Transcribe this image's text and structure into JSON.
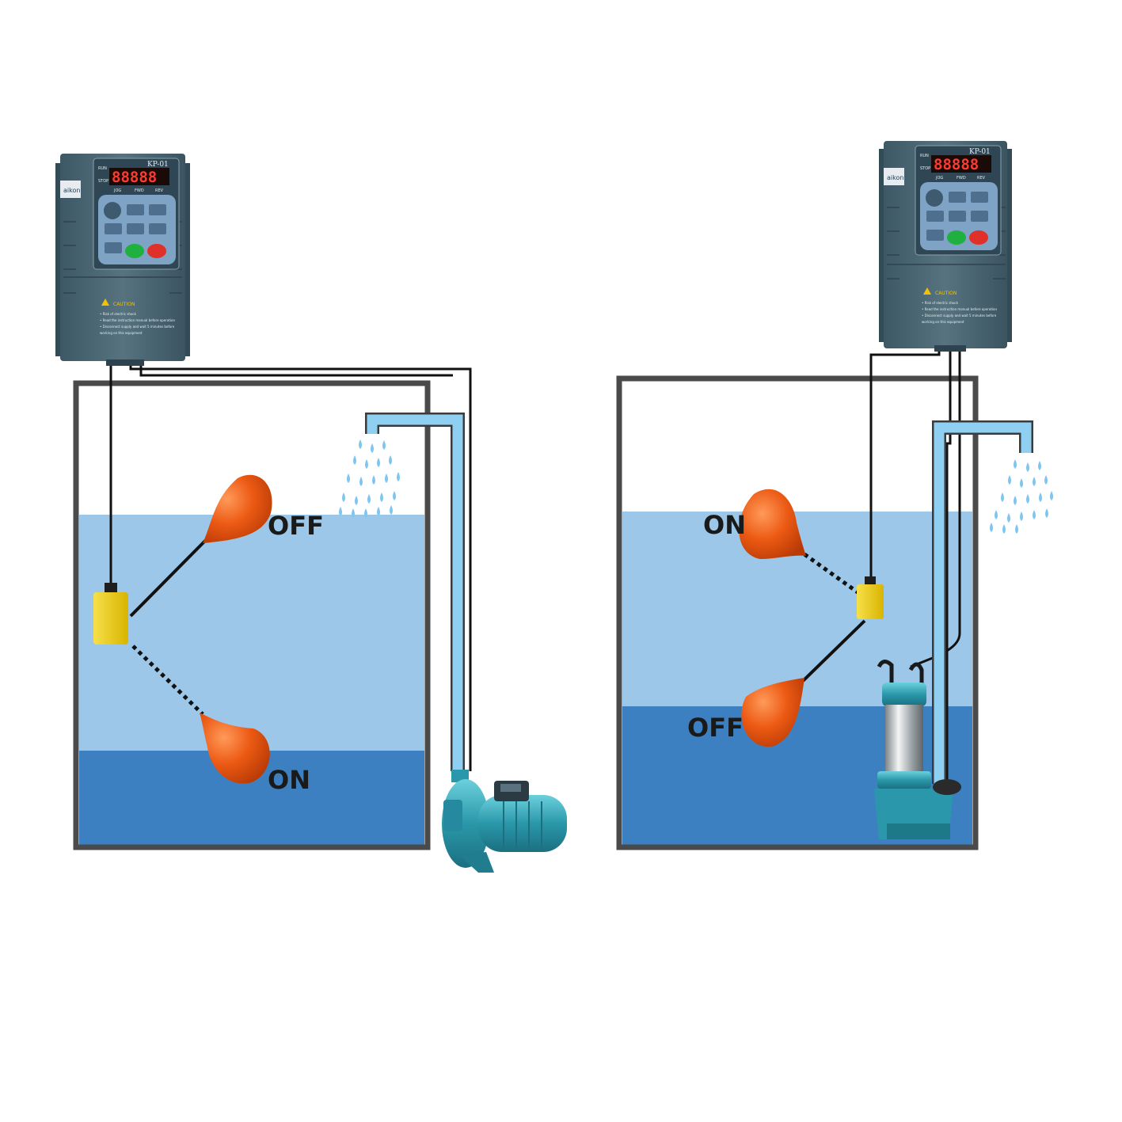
{
  "left": {
    "vfd": {
      "model": "KP-01",
      "brand": "aikon",
      "display": "88888",
      "indicators": [
        "RUN",
        "STOP"
      ],
      "key_row": [
        "JOG",
        "FWD",
        "REV"
      ],
      "caution_title": "CAUTION",
      "caution_lines": [
        "• Risk of electric shock",
        "• Read the instruction manual before operation",
        "• Disconnect supply and wait 5 minutes before",
        "  working on this equipment"
      ]
    },
    "upper_float_label": "OFF",
    "lower_float_label": "ON"
  },
  "right": {
    "vfd": {
      "model": "KP-01",
      "brand": "aikon",
      "display": "88888",
      "indicators": [
        "RUN",
        "STOP"
      ],
      "key_row": [
        "JOG",
        "FWD",
        "REV"
      ],
      "caution_title": "CAUTION",
      "caution_lines": [
        "• Risk of electric shock",
        "• Read the instruction manual before operation",
        "• Disconnect supply and wait 5 minutes before",
        "  working on this equipment"
      ]
    },
    "upper_float_label": "ON",
    "lower_float_label": "OFF"
  },
  "colors": {
    "tank_wall": "#4a4a4a",
    "water_upper": "#9cc7e8",
    "water_lower": "#3d80c2",
    "pipe": "#8fd0f2",
    "float_ball": "#e85510",
    "float_switch": "#f5d317",
    "vfd_body": "#4d6a78",
    "pump": "#3aa0b0"
  },
  "icons": [
    "vfd-controller-icon",
    "float-ball-icon",
    "float-switch-icon",
    "centrifugal-pump-icon",
    "submersible-pump-icon",
    "water-spray-icon"
  ]
}
